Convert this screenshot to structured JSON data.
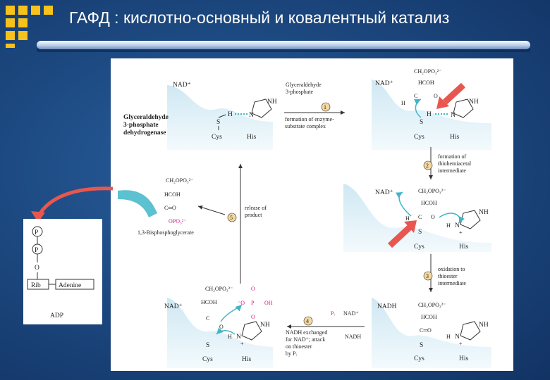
{
  "slide": {
    "title": "ГАФД : кислотно-основный и ковалентный катализ"
  },
  "colors": {
    "background": "#1d4a82",
    "logo": "#f6c21b",
    "cyan": "#3fb6c8",
    "magenta": "#d2187e",
    "arrow_red": "#e8574f"
  },
  "figure": {
    "step1": {
      "number": "1",
      "label_l1": "formation of enzyme-",
      "label_l2": "substrate complex"
    },
    "step2": {
      "number": "2",
      "label_l1": "formation of",
      "label_l2": "thiohemiacetal",
      "label_l3": "intermediate"
    },
    "step3": {
      "number": "3",
      "label_l1": "oxidation to",
      "label_l2": "thioester",
      "label_l3": "intermediate"
    },
    "step4": {
      "number": "4",
      "label_l1": "NADH exchanged",
      "label_l2": "for NAD⁺; attack",
      "label_l3": "on thioester",
      "label_l4": "by Pᵢ"
    },
    "step5": {
      "number": "5",
      "label_l1": "release of",
      "label_l2": "product"
    },
    "enzyme_l1": "Glyceraldehyde",
    "enzyme_l2": "3-phosphate",
    "enzyme_l3": "dehydrogenase",
    "substrate_l1": "Glyceraldehyde",
    "substrate_l2": "3-phosphate",
    "product_name": "1,3-Bisphosphoglycerate",
    "nad_plus": "NAD⁺",
    "nadh": "NADH",
    "cys": "Cys",
    "his": "His",
    "s": "S",
    "h": "H",
    "n": "N",
    "nh": "NH",
    "ch2opo3": "CH₂OPO₃²⁻",
    "hcoh": "HCOH",
    "co": "C═O",
    "opo3": "OPO₃²⁻",
    "pi": "Pᵢ",
    "o_minus": "⁻O",
    "p": "P",
    "oh": "OH",
    "o": "O",
    "plus": "+",
    "c": "C"
  },
  "adp": {
    "p1": "P",
    "p2": "P",
    "o": "O",
    "rib": "Rib",
    "adenine": "Adenine",
    "label": "ADP"
  }
}
